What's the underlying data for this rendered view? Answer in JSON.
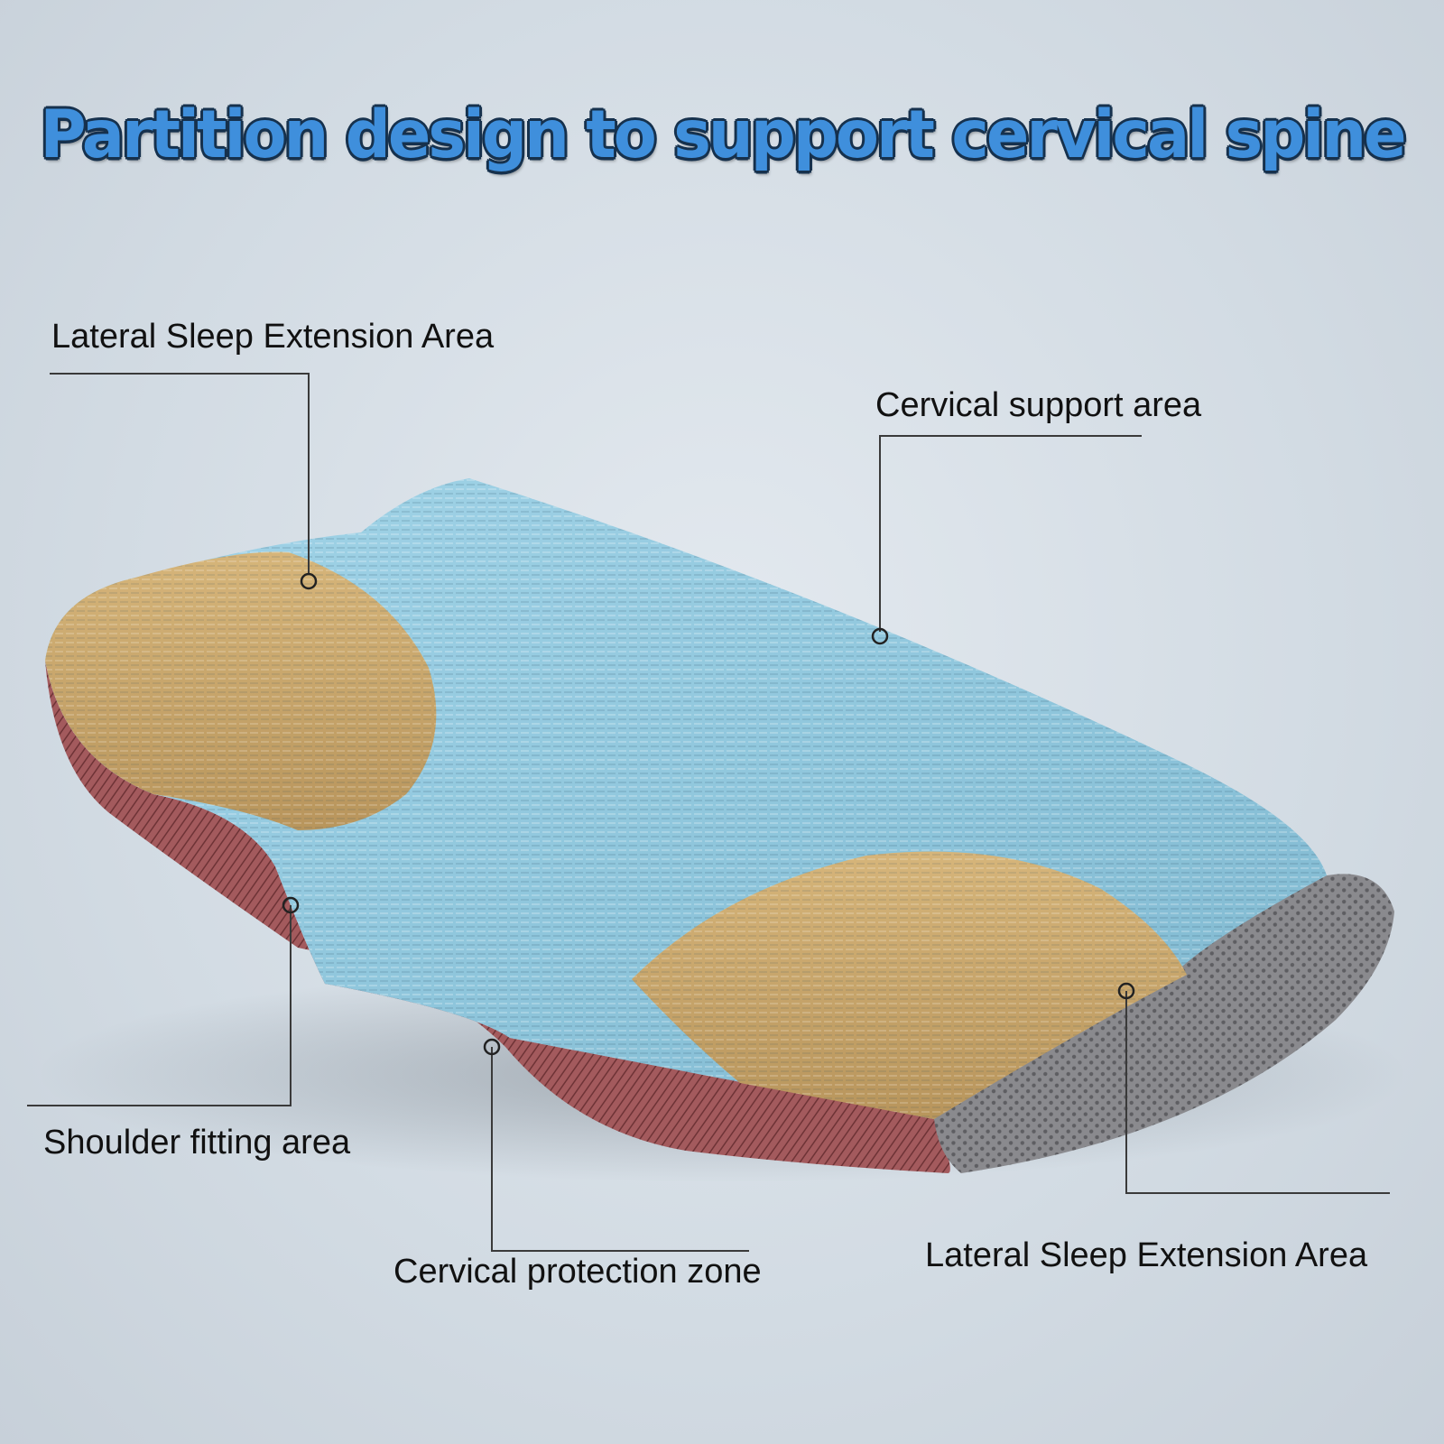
{
  "title": "Partition design to support cervical spine",
  "labels": {
    "lateral_sleep_left": "Lateral Sleep Extension Area",
    "cervical_support": "Cervical support area",
    "shoulder_fitting": "Shoulder fitting area",
    "cervical_protection": "Cervical protection zone",
    "lateral_sleep_right": "Lateral Sleep Extension Area"
  },
  "colors": {
    "title_fill": "#3f8fdc",
    "title_outline": "#16314d",
    "pillow_top": "#93cbe0",
    "pillow_panel": "#cba86b",
    "side_mesh_red": "#a35a5d",
    "side_mesh_gray": "#7c7c80"
  }
}
